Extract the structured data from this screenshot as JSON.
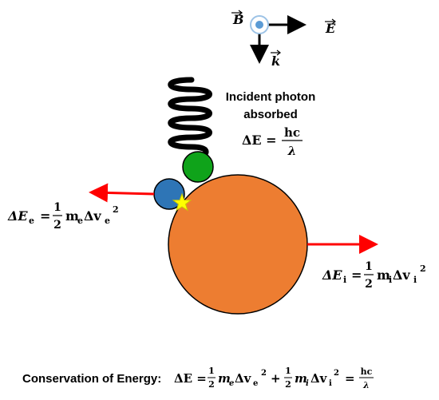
{
  "axes": {
    "b_label": "B",
    "e_label": "E",
    "k_label": "k"
  },
  "photon": {
    "line1": "Incident photon",
    "line2": "absorbed",
    "energy_lhs": "ΔE =",
    "energy_num": "hc",
    "energy_den": "λ"
  },
  "electron_energy": {
    "lhs": "ΔE",
    "lhs_sub": "e",
    "eq": "=",
    "frac_num": "1",
    "frac_den": "2",
    "m": "m",
    "m_sub": "e",
    "dv": "Δv",
    "dv_sub": "e",
    "exp": "2"
  },
  "ion_energy": {
    "lhs": "ΔE",
    "lhs_sub": "i",
    "eq": "=",
    "frac_num": "1",
    "frac_den": "2",
    "m": "m",
    "m_sub": "i",
    "dv": "Δv",
    "dv_sub": "i",
    "exp": "2"
  },
  "conservation": {
    "label": "Conservation of Energy:",
    "de": "ΔE =",
    "half1_num": "1",
    "half1_den": "2",
    "term1_m": "m",
    "term1_msub": "e",
    "term1_dv": "Δv",
    "term1_sub": "e",
    "term1_exp": "2",
    "plus": "+",
    "half2_num": "1",
    "half2_den": "2",
    "term2_m": "m",
    "term2_msub": "i",
    "term2_dv": "Δv",
    "term2_sub": "i",
    "term2_exp": "2",
    "eq": "=",
    "frac_num": "hc",
    "frac_den": "λ"
  },
  "colors": {
    "ion": "#ED7D31",
    "electron": "#2E75B6",
    "photon_particle": "#0FA31A",
    "arrow": "#FF0000",
    "star": "#FFFF00",
    "axis_center": "#5B9BD5"
  }
}
